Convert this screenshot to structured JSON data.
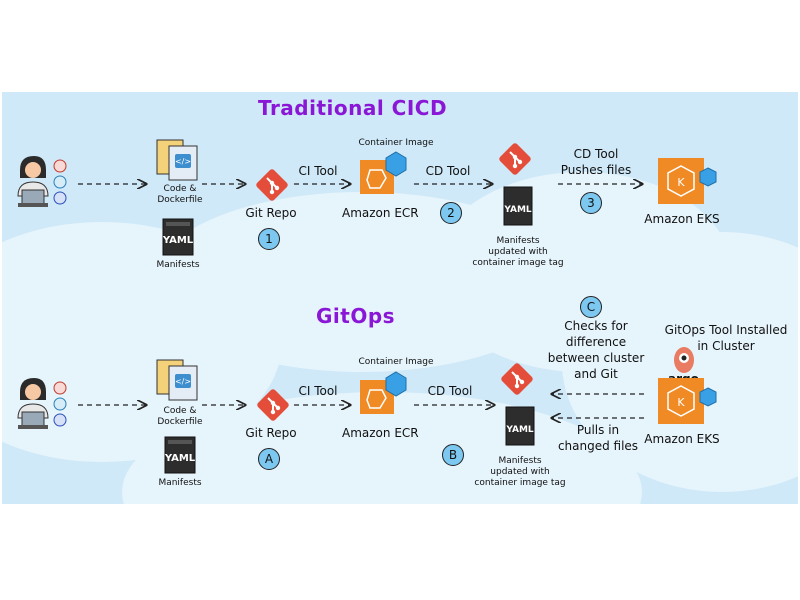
{
  "top": {
    "title": "Traditional CICD",
    "code_label": "Code &\nDockerfile",
    "manifests_label": "Manifests",
    "git_repo": "Git Repo",
    "ci_tool": "CI Tool",
    "container_image": "Container Image",
    "ecr": "Amazon ECR",
    "cd_tool": "CD Tool",
    "yaml": "YAML",
    "manifests_updated": "Manifests\nupdated with\ncontainer image tag",
    "cd_pushes": "CD Tool\nPushes files",
    "eks": "Amazon EKS",
    "step1": "1",
    "step2": "2",
    "step3": "3"
  },
  "bottom": {
    "title": "GitOps",
    "code_label": "Code &\nDockerfile",
    "manifests_label": "Manifests",
    "git_repo": "Git Repo",
    "ci_tool": "CI Tool",
    "container_image": "Container Image",
    "ecr": "Amazon ECR",
    "cd_tool": "CD Tool",
    "yaml": "YAML",
    "manifests_updated": "Manifests\nupdated with\ncontainer image tag",
    "checks": "Checks for\ndifference\nbetween cluster\nand Git",
    "pulls": "Pulls in\nchanged files",
    "gitops_tool": "GitOps Tool Installed\nin Cluster",
    "argo": "argo",
    "eks": "Amazon EKS",
    "stepA": "A",
    "stepB": "B",
    "stepC": "C"
  },
  "colors": {
    "title": "#8a16d6",
    "panel": "#cfe9f8",
    "git": "#e44d3a",
    "aws": "#f08a24",
    "badge": "#3aa0e6"
  }
}
